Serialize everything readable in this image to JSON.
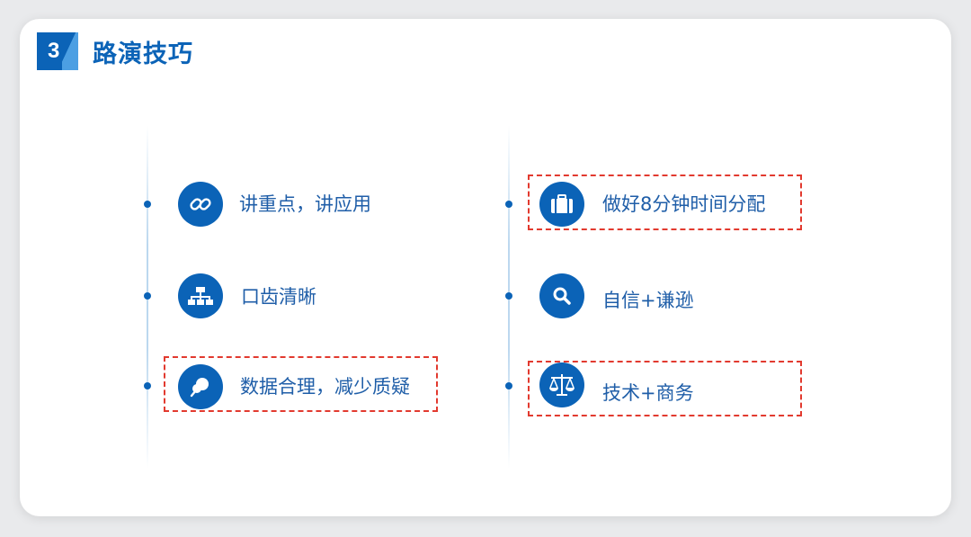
{
  "header": {
    "number": "3",
    "title": "路演技巧"
  },
  "left_column": {
    "items": [
      {
        "label": "讲重点，讲应用",
        "icon": "link-icon"
      },
      {
        "label": "口齿清晰",
        "icon": "network-icon"
      },
      {
        "label": "数据合理，减少质疑",
        "icon": "pushpin-icon"
      }
    ]
  },
  "right_column": {
    "items": [
      {
        "label": "做好8分钟时间分配",
        "icon": "briefcase-icon"
      },
      {
        "label": "自信+谦逊",
        "icon": "search-icon"
      },
      {
        "label": "技术+商务",
        "icon": "scale-icon"
      }
    ]
  },
  "colors": {
    "primary": "#0b63b7",
    "accent_light": "#4c9fe3",
    "highlight_border": "#e23a2f",
    "text": "#1f5ea8"
  }
}
